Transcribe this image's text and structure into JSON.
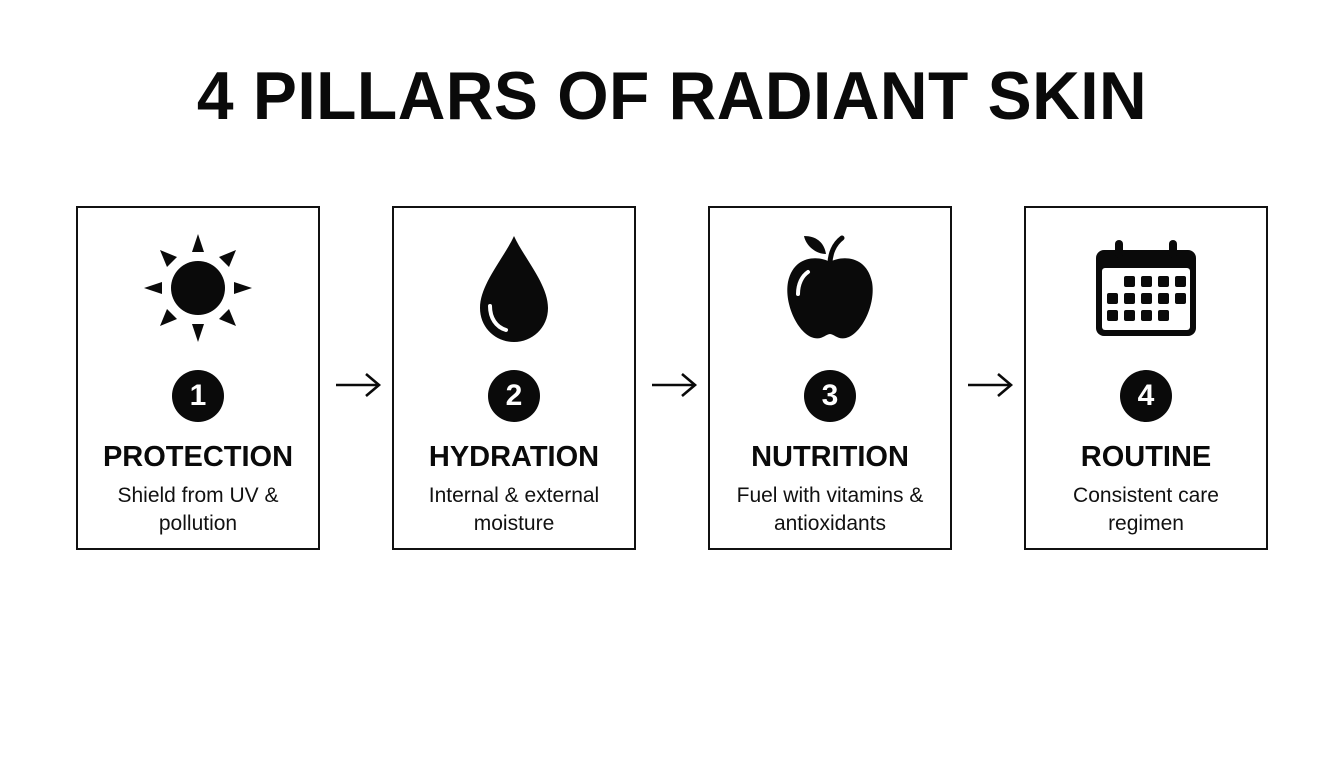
{
  "title": "4 PILLARS OF RADIANT SKIN",
  "colors": {
    "ink": "#0a0a0a",
    "background": "#ffffff"
  },
  "pillars": [
    {
      "number": "1",
      "icon": "sun-icon",
      "title": "PROTECTION",
      "description": "Shield from UV & pollution"
    },
    {
      "number": "2",
      "icon": "water-drop-icon",
      "title": "HYDRATION",
      "description": "Internal & external moisture"
    },
    {
      "number": "3",
      "icon": "apple-icon",
      "title": "NUTRITION",
      "description": "Fuel with vitamins & antioxidants"
    },
    {
      "number": "4",
      "icon": "calendar-icon",
      "title": "ROUTINE",
      "description": "Consistent care regimen"
    }
  ],
  "connectors": [
    "arrow-right",
    "arrow-right",
    "arrow-right"
  ]
}
